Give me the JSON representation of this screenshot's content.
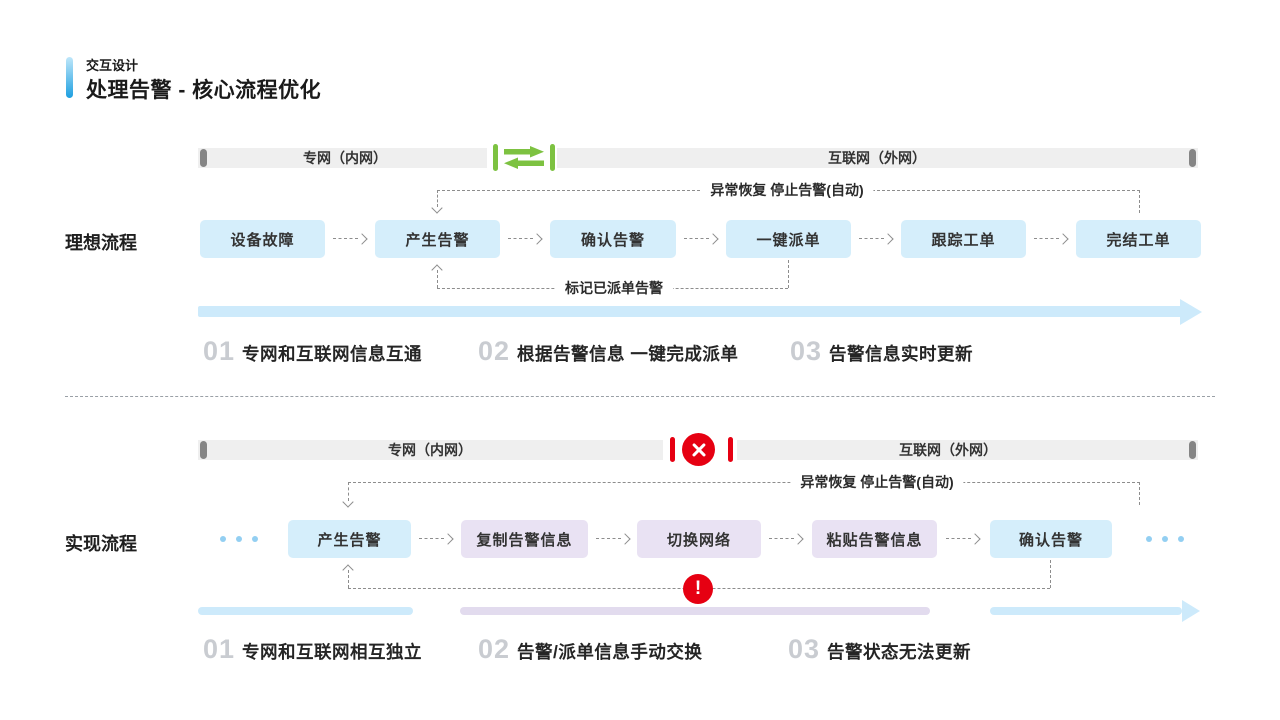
{
  "header": {
    "eyebrow": "交互设计",
    "title": "处理告警 - 核心流程优化"
  },
  "ideal": {
    "section_label": "理想流程",
    "network_bar": {
      "left": "专网（内网）",
      "right": "互联网（外网）"
    },
    "top_loop_label": "异常恢复 停止告警(自动)",
    "bottom_loop_label": "标记已派单告警",
    "steps": [
      {
        "label": "设备故障",
        "type": "blue"
      },
      {
        "label": "产生告警",
        "type": "blue"
      },
      {
        "label": "确认告警",
        "type": "blue"
      },
      {
        "label": "一键派单",
        "type": "blue"
      },
      {
        "label": "跟踪工单",
        "type": "blue"
      },
      {
        "label": "完结工单",
        "type": "blue"
      }
    ],
    "points": [
      {
        "num": "01",
        "text": "专网和互联网信息互通"
      },
      {
        "num": "02",
        "text": "根据告警信息 一键完成派单"
      },
      {
        "num": "03",
        "text": "告警信息实时更新"
      }
    ]
  },
  "actual": {
    "section_label": "实现流程",
    "network_bar": {
      "left": "专网（内网）",
      "right": "互联网（外网）"
    },
    "top_loop_label": "异常恢复 停止告警(自动)",
    "steps": [
      {
        "label": "产生告警",
        "type": "blue"
      },
      {
        "label": "复制告警信息",
        "type": "purple"
      },
      {
        "label": "切换网络",
        "type": "purple"
      },
      {
        "label": "粘贴告警信息",
        "type": "purple"
      },
      {
        "label": "确认告警",
        "type": "blue"
      }
    ],
    "points": [
      {
        "num": "01",
        "text": "专网和互联网相互独立"
      },
      {
        "num": "02",
        "text": "告警/派单信息手动交换"
      },
      {
        "num": "03",
        "text": "告警状态无法更新"
      }
    ]
  },
  "icons": {
    "sync": "green-sync-arrows-icon",
    "blocked": "red-cross-icon",
    "warning": "red-exclamation-icon",
    "exclamation_glyph": "!"
  },
  "colors": {
    "accent_blue": "#1d9fe0",
    "box_blue": "#d5eefb",
    "box_purple": "#e9e2f3",
    "green": "#7dc241",
    "red": "#e60012",
    "bar_gray": "#efefef",
    "timeline_blue": "#cdeafb",
    "number_gray": "#c9ccd1"
  }
}
